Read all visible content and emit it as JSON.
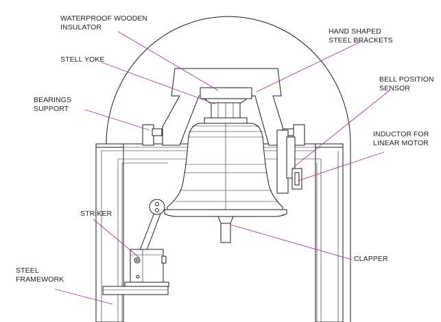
{
  "diagram": {
    "labels": {
      "insulator": [
        "WATERPROOF WOODEN",
        "INSULATOR"
      ],
      "brackets": [
        "HAND SHAPED",
        "STEEL BRACKETS"
      ],
      "yoke": [
        "STELL YOKE"
      ],
      "bearings": [
        "BEARINGS",
        "SUPPORT"
      ],
      "sensor": [
        "BELL POSITION",
        "SENSOR"
      ],
      "inductor": [
        "INDUCTOR FOR",
        "LINEAR MOTOR"
      ],
      "striker": [
        "STRIKER"
      ],
      "clapper": [
        "CLAPPER"
      ],
      "framework": [
        "STEEL",
        "FRAMEWORK"
      ]
    },
    "colors": {
      "line_art": "#1a1a1a",
      "leader_line": "#a33aa0",
      "label_text": "#222222"
    }
  }
}
